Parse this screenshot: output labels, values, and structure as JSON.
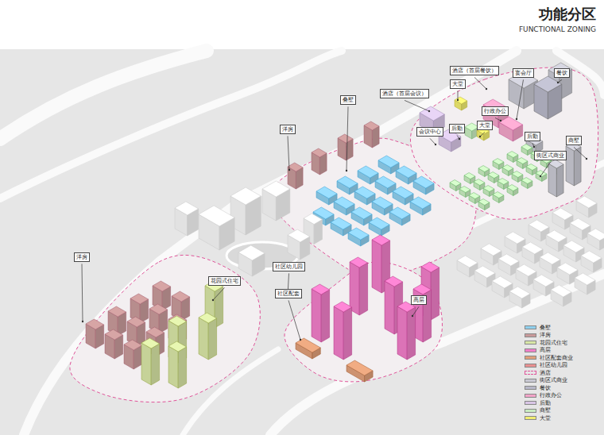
{
  "diagram": {
    "title": "功能分区",
    "labels": [
      "FUNCTIONAL ZONING",
      "洋房",
      "叠墅",
      "洋房",
      "花园式住宅",
      "社区幼儿园",
      "社区配套",
      "高层",
      "酒店（首层会议）",
      "酒店（首层餐饮）",
      "大堂",
      "宴会厅",
      "餐饮",
      "行政办公",
      "会议中心",
      "后勤",
      "大堂",
      "后勤",
      "商墅",
      "街区式商业"
    ],
    "legend": [
      {
        "text": "叠墅",
        "color": "#8fd0ee"
      },
      {
        "text": "洋房",
        "color": "#c89a9a"
      },
      {
        "text": "花园式住宅",
        "color": "#d8e6a6"
      },
      {
        "text": "高层",
        "color": "#f07ec8"
      },
      {
        "text": "社区配套商业",
        "color": "#e0a07a"
      },
      {
        "text": "社区幼儿园",
        "color": "#e89090"
      },
      {
        "text": "酒店"
      },
      {
        "text": "街区式商业",
        "color": "#c9c9d3"
      },
      {
        "text": "餐饮",
        "color": "#b8b8c8"
      },
      {
        "text": "行政办公",
        "color": "#f2a4c8"
      },
      {
        "text": "后勤",
        "color": "#d9c6e6"
      },
      {
        "text": "商墅",
        "color": "#c9ecc0"
      },
      {
        "text": "大堂",
        "color": "#f0ec70"
      }
    ]
  }
}
